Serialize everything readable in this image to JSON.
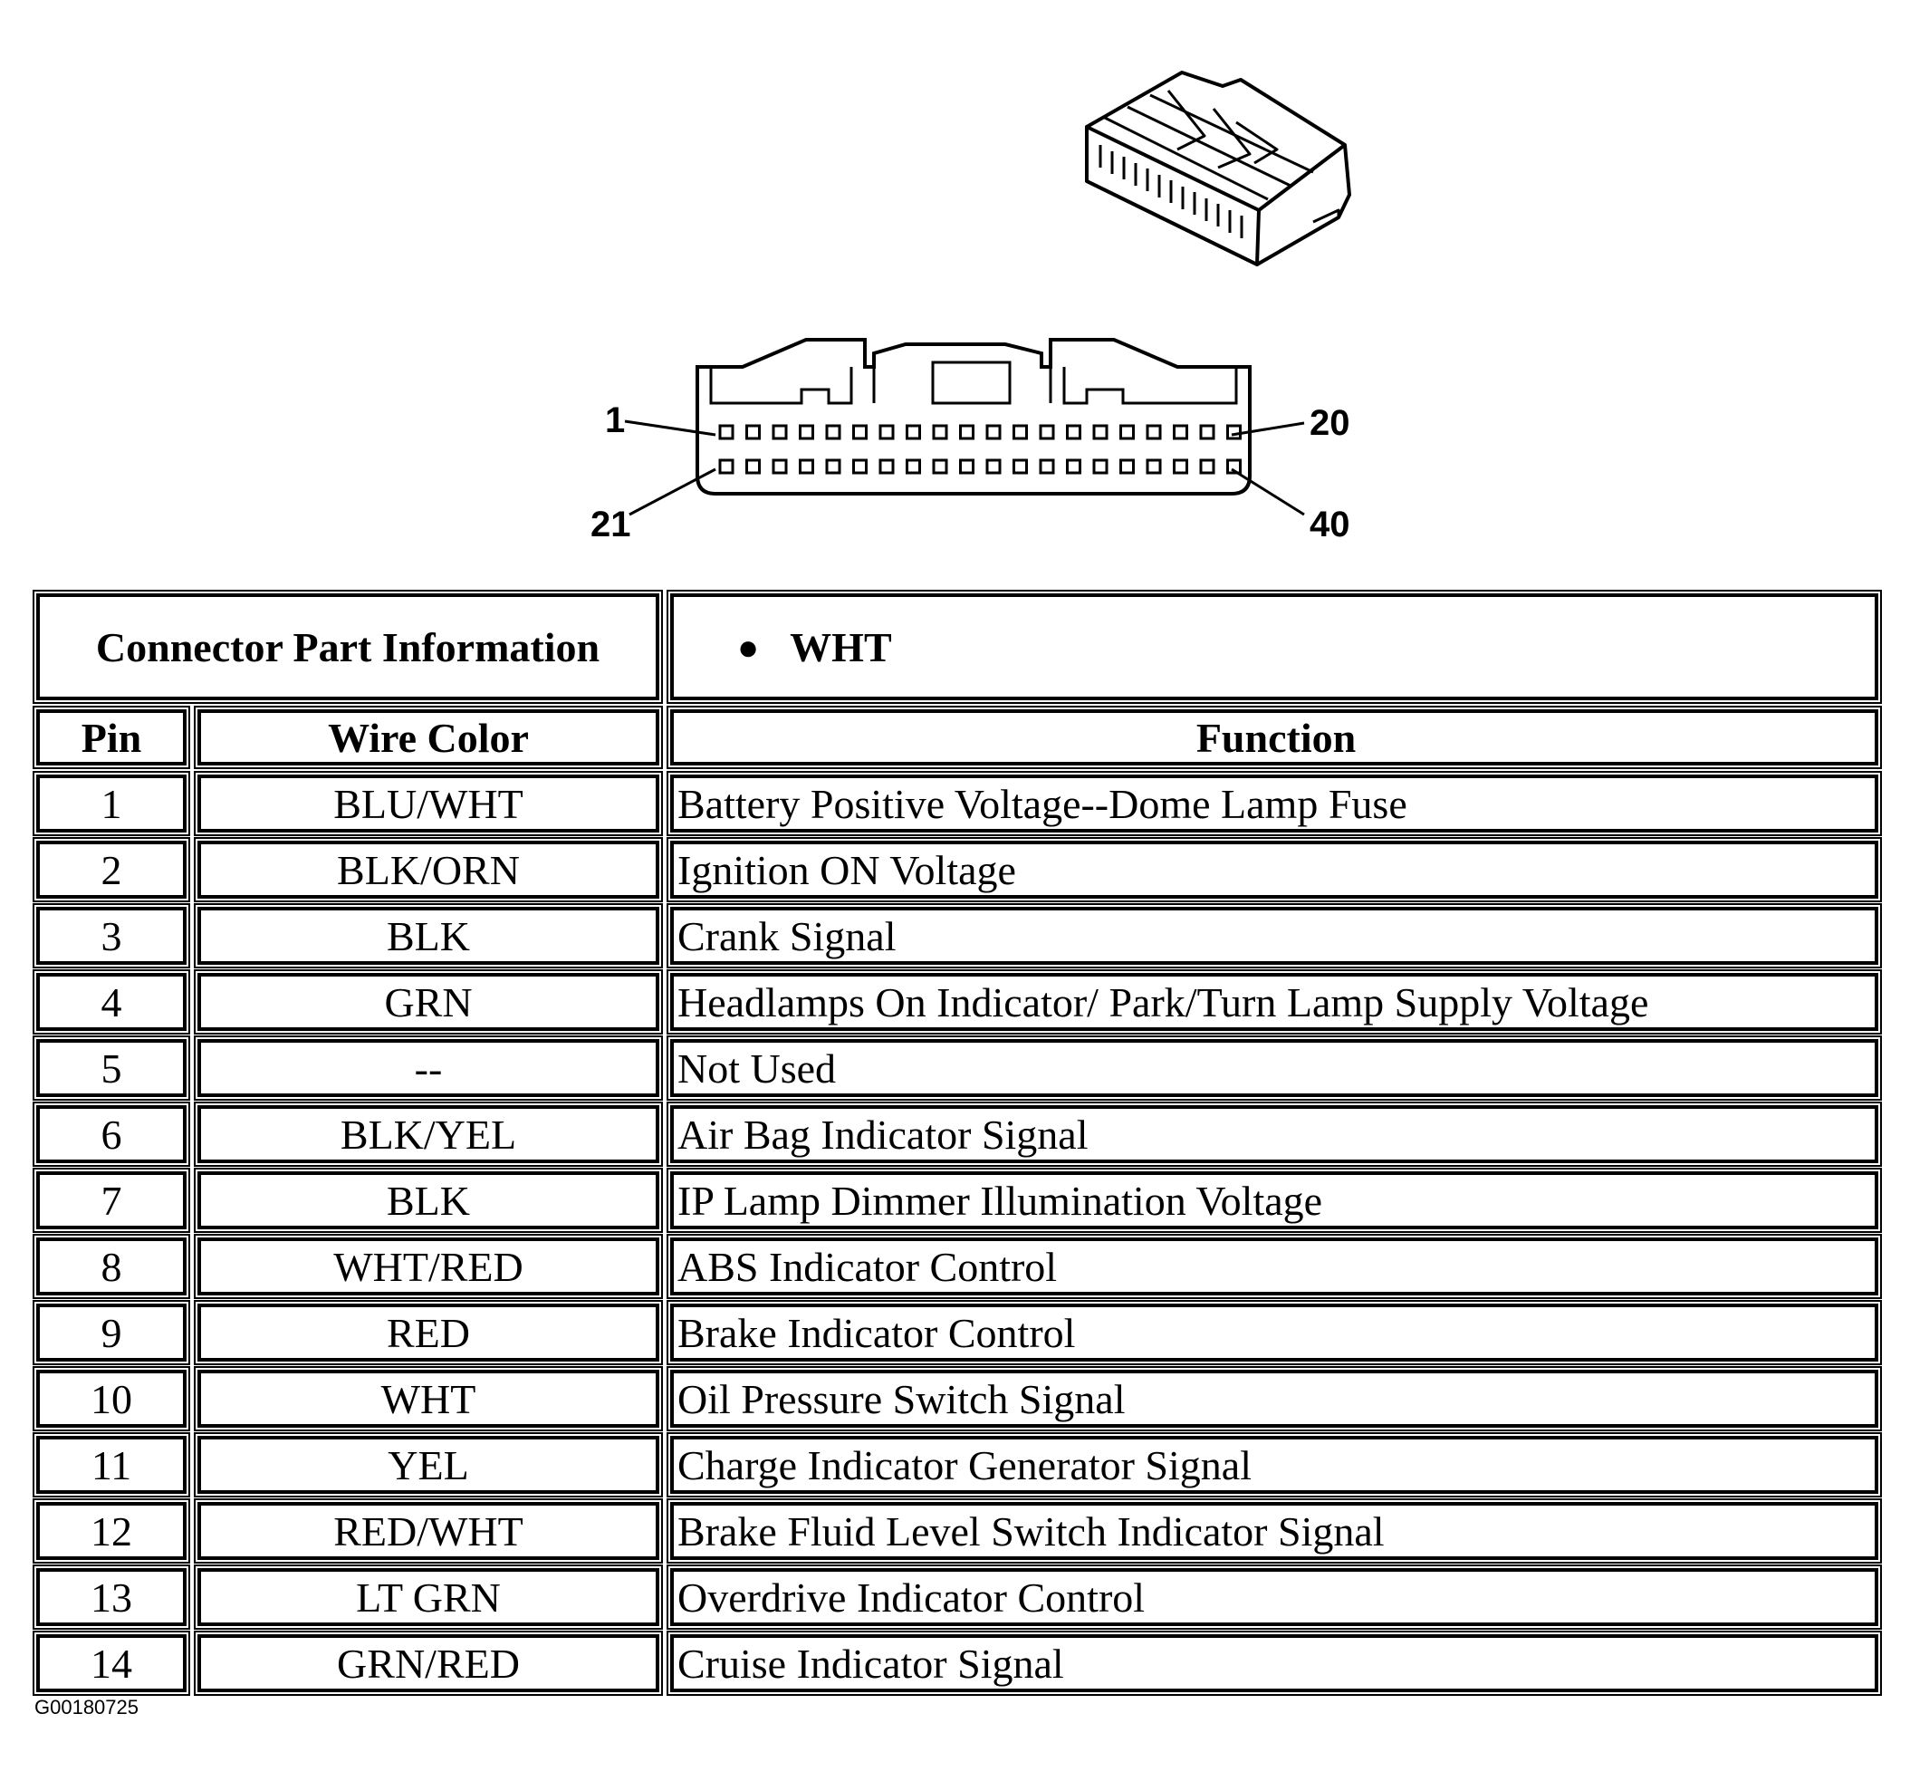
{
  "connector": {
    "pin_labels": {
      "top_left": "1",
      "top_right": "20",
      "bottom_left": "21",
      "bottom_right": "40"
    },
    "pins_per_row": 20
  },
  "table": {
    "part_info_label": "Connector Part Information",
    "part_info_value": "WHT",
    "columns": {
      "pin": "Pin",
      "wire_color": "Wire Color",
      "function": "Function"
    },
    "rows": [
      {
        "pin": "1",
        "wire_color": "BLU/WHT",
        "function": "Battery Positive Voltage--Dome Lamp Fuse"
      },
      {
        "pin": "2",
        "wire_color": "BLK/ORN",
        "function": "Ignition ON Voltage"
      },
      {
        "pin": "3",
        "wire_color": "BLK",
        "function": "Crank Signal"
      },
      {
        "pin": "4",
        "wire_color": "GRN",
        "function": "Headlamps On Indicator/ Park/Turn Lamp Supply Voltage"
      },
      {
        "pin": "5",
        "wire_color": "--",
        "function": "Not Used"
      },
      {
        "pin": "6",
        "wire_color": "BLK/YEL",
        "function": "Air Bag Indicator Signal"
      },
      {
        "pin": "7",
        "wire_color": "BLK",
        "function": "IP Lamp Dimmer Illumination Voltage"
      },
      {
        "pin": "8",
        "wire_color": "WHT/RED",
        "function": "ABS Indicator Control"
      },
      {
        "pin": "9",
        "wire_color": "RED",
        "function": "Brake Indicator Control"
      },
      {
        "pin": "10",
        "wire_color": "WHT",
        "function": "Oil Pressure Switch Signal"
      },
      {
        "pin": "11",
        "wire_color": "YEL",
        "function": "Charge Indicator Generator Signal"
      },
      {
        "pin": "12",
        "wire_color": "RED/WHT",
        "function": "Brake Fluid Level Switch Indicator Signal"
      },
      {
        "pin": "13",
        "wire_color": "LT GRN",
        "function": "Overdrive Indicator Control"
      },
      {
        "pin": "14",
        "wire_color": "GRN/RED",
        "function": "Cruise Indicator Signal"
      }
    ]
  },
  "figure_id": "G00180725"
}
